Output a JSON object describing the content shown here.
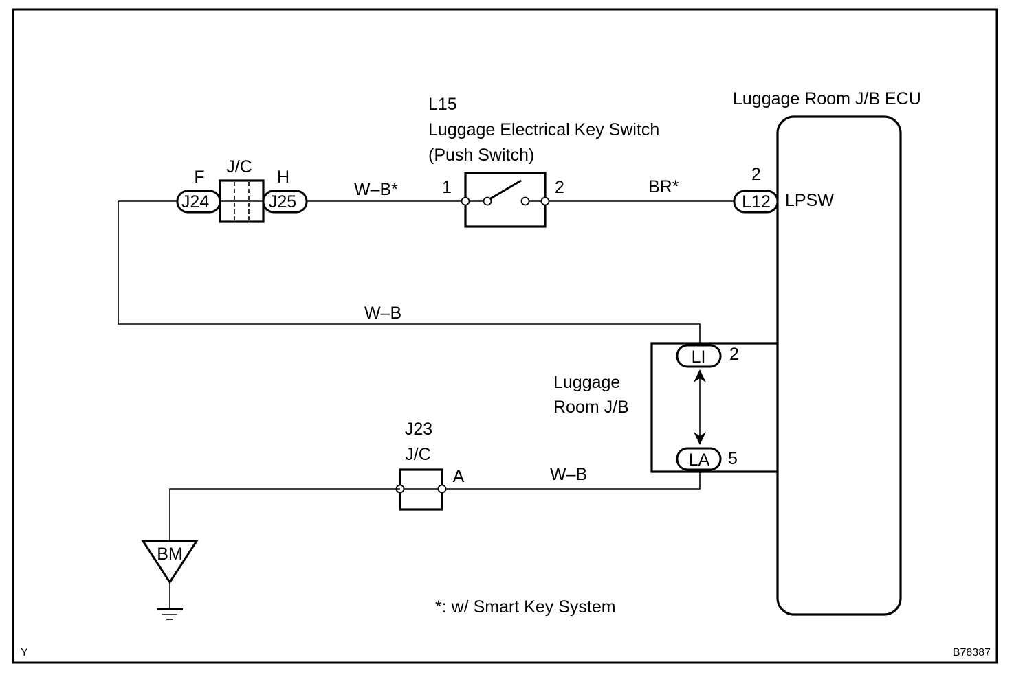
{
  "diagram": {
    "corner_code": "Y",
    "figure_id": "B78387",
    "footnote": "*: w/ Smart Key System",
    "switch": {
      "code": "L15",
      "name": "Luggage Electrical Key Switch",
      "subtitle": "(Push Switch)",
      "pin1": "1",
      "pin2": "2"
    },
    "ecu": {
      "name": "Luggage Room J/B ECU",
      "terminal": "LPSW",
      "connector": "L12",
      "pin": "2"
    },
    "junction_top": {
      "type": "J/C",
      "left_connector": "J24",
      "left_pin": "F",
      "right_connector": "J25",
      "right_pin": "H"
    },
    "junction_bottom": {
      "code": "J23",
      "type": "J/C",
      "pin": "A"
    },
    "jb": {
      "name_line1": "Luggage",
      "name_line2": "Room J/B",
      "upper_connector": "LI",
      "upper_pin": "2",
      "lower_connector": "LA",
      "lower_pin": "5"
    },
    "wires": {
      "j25_to_switch": "W–B*",
      "switch_to_ecu": "BR*",
      "j24_to_jb": "W–B",
      "j23_to_jb": "W–B"
    },
    "ground": {
      "label": "BM"
    }
  }
}
